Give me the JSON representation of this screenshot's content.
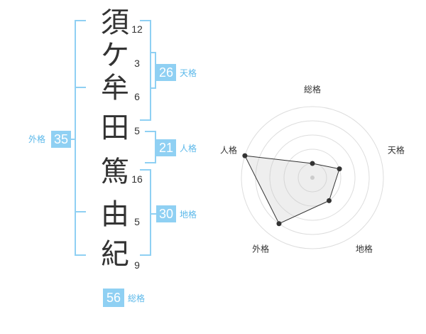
{
  "name": {
    "characters": [
      {
        "char": "須",
        "strokes": "12"
      },
      {
        "char": "ケ",
        "strokes": "3"
      },
      {
        "char": "牟",
        "strokes": "6"
      },
      {
        "char": "田",
        "strokes": "5"
      },
      {
        "char": "篤",
        "strokes": "16"
      },
      {
        "char": "由",
        "strokes": "5"
      },
      {
        "char": "紀",
        "strokes": "9"
      }
    ]
  },
  "kakusu": {
    "tenkaku": {
      "value": "26",
      "label": "天格"
    },
    "jinkaku": {
      "value": "21",
      "label": "人格"
    },
    "chikaku": {
      "value": "30",
      "label": "地格"
    },
    "gaikaku": {
      "value": "35",
      "label": "外格"
    },
    "soukaku": {
      "value": "56",
      "label": "総格"
    }
  },
  "colors": {
    "accent": "#8fd0f3",
    "label": "#5bb8ea",
    "text": "#333333"
  },
  "chart_data": {
    "type": "radar",
    "axes": [
      "総格",
      "天格",
      "地格",
      "外格",
      "人格"
    ],
    "values": [
      1,
      2,
      2,
      4,
      5
    ],
    "max": 5,
    "rings": 5
  }
}
